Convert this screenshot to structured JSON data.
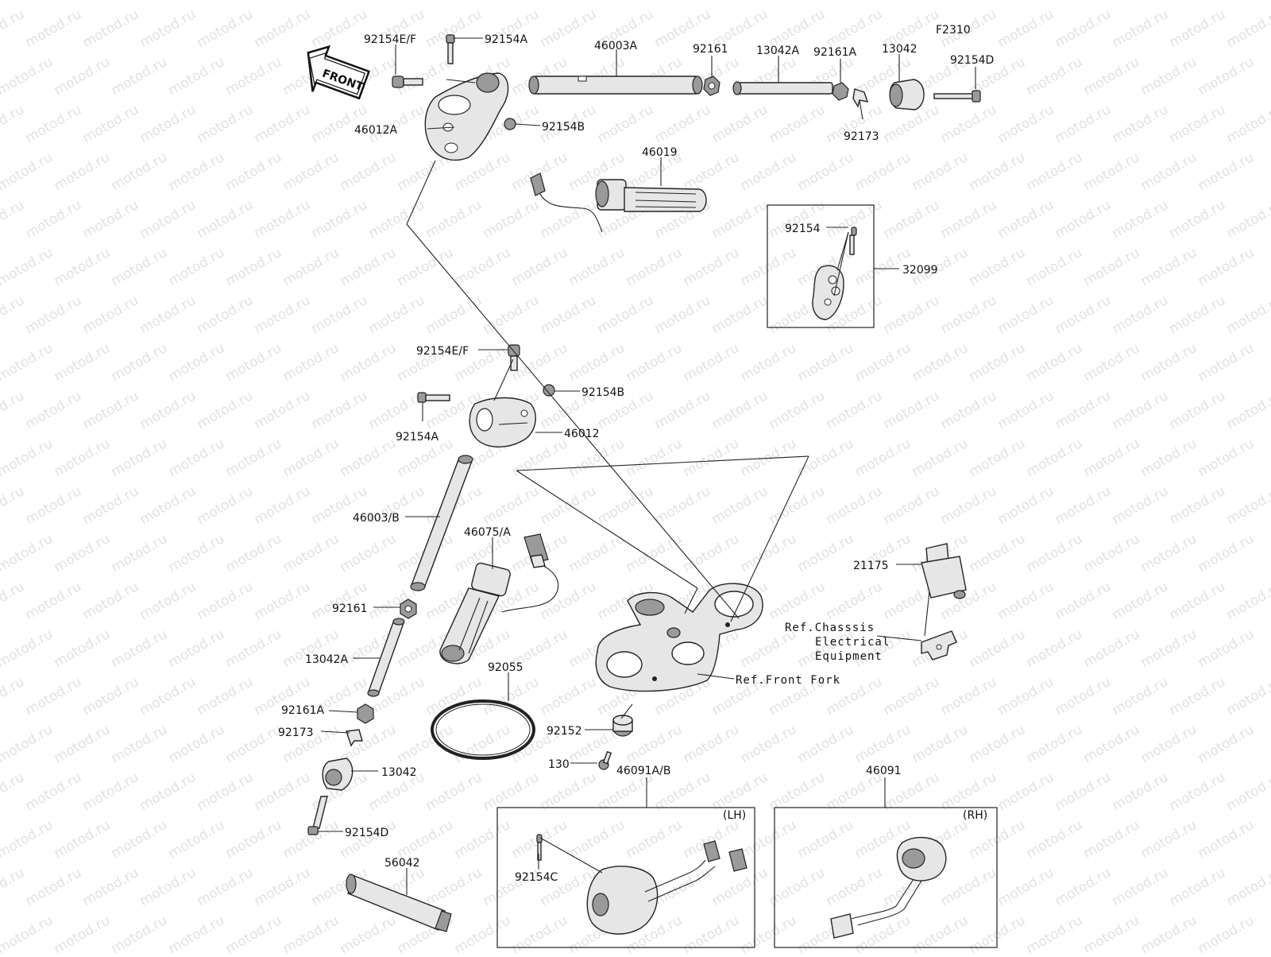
{
  "figure_code": "F2310",
  "front_label": "FRONT",
  "watermark": "motod.ru",
  "labels": {
    "top_92154ef": "92154E/F",
    "top_92154a": "92154A",
    "top_46003a": "46003A",
    "top_92161": "92161",
    "top_13042a": "13042A",
    "top_92161a": "92161A",
    "top_13042": "13042",
    "top_92154d": "92154D",
    "top_46012a": "46012A",
    "top_92154b": "92154B",
    "top_92173": "92173",
    "grip_46019": "46019",
    "box_92154": "92154",
    "box_32099": "32099",
    "mid_92154ef": "92154E/F",
    "mid_92154b": "92154B",
    "mid_92154a": "92154A",
    "mid_46012": "46012",
    "bar_46003b": "46003/B",
    "grip_46075a": "46075/A",
    "low_92161": "92161",
    "low_13042a": "13042A",
    "ring_92055": "92055",
    "low_92161a": "92161A",
    "low_92173": "92173",
    "low_13042": "13042",
    "low_92154d": "92154D",
    "tube_56042": "56042",
    "relay_21175": "21175",
    "damper_92152": "92152",
    "bolt_130": "130",
    "sw_46091ab": "46091A/B",
    "sw_46091": "46091",
    "sw_92154c": "92154C"
  },
  "references": {
    "chassis_line1": "Ref.Chasssis",
    "chassis_line2": "Electrical",
    "chassis_line3": "Equipment",
    "front_fork": "Ref.Front Fork"
  },
  "boxes": {
    "lh": "(LH)",
    "rh": "(RH)"
  }
}
